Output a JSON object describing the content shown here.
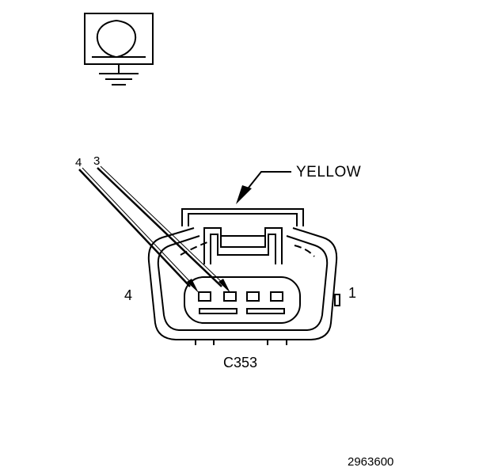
{
  "diagram": {
    "meter_icon": "ohm-meter-ground-icon",
    "wire_labels": {
      "pin_4": "4",
      "pin_3": "3"
    },
    "connector_color": "YELLOW",
    "side_labels": {
      "left": "4",
      "right": "1"
    },
    "connector_name": "C353",
    "figure_number": "2963600"
  }
}
